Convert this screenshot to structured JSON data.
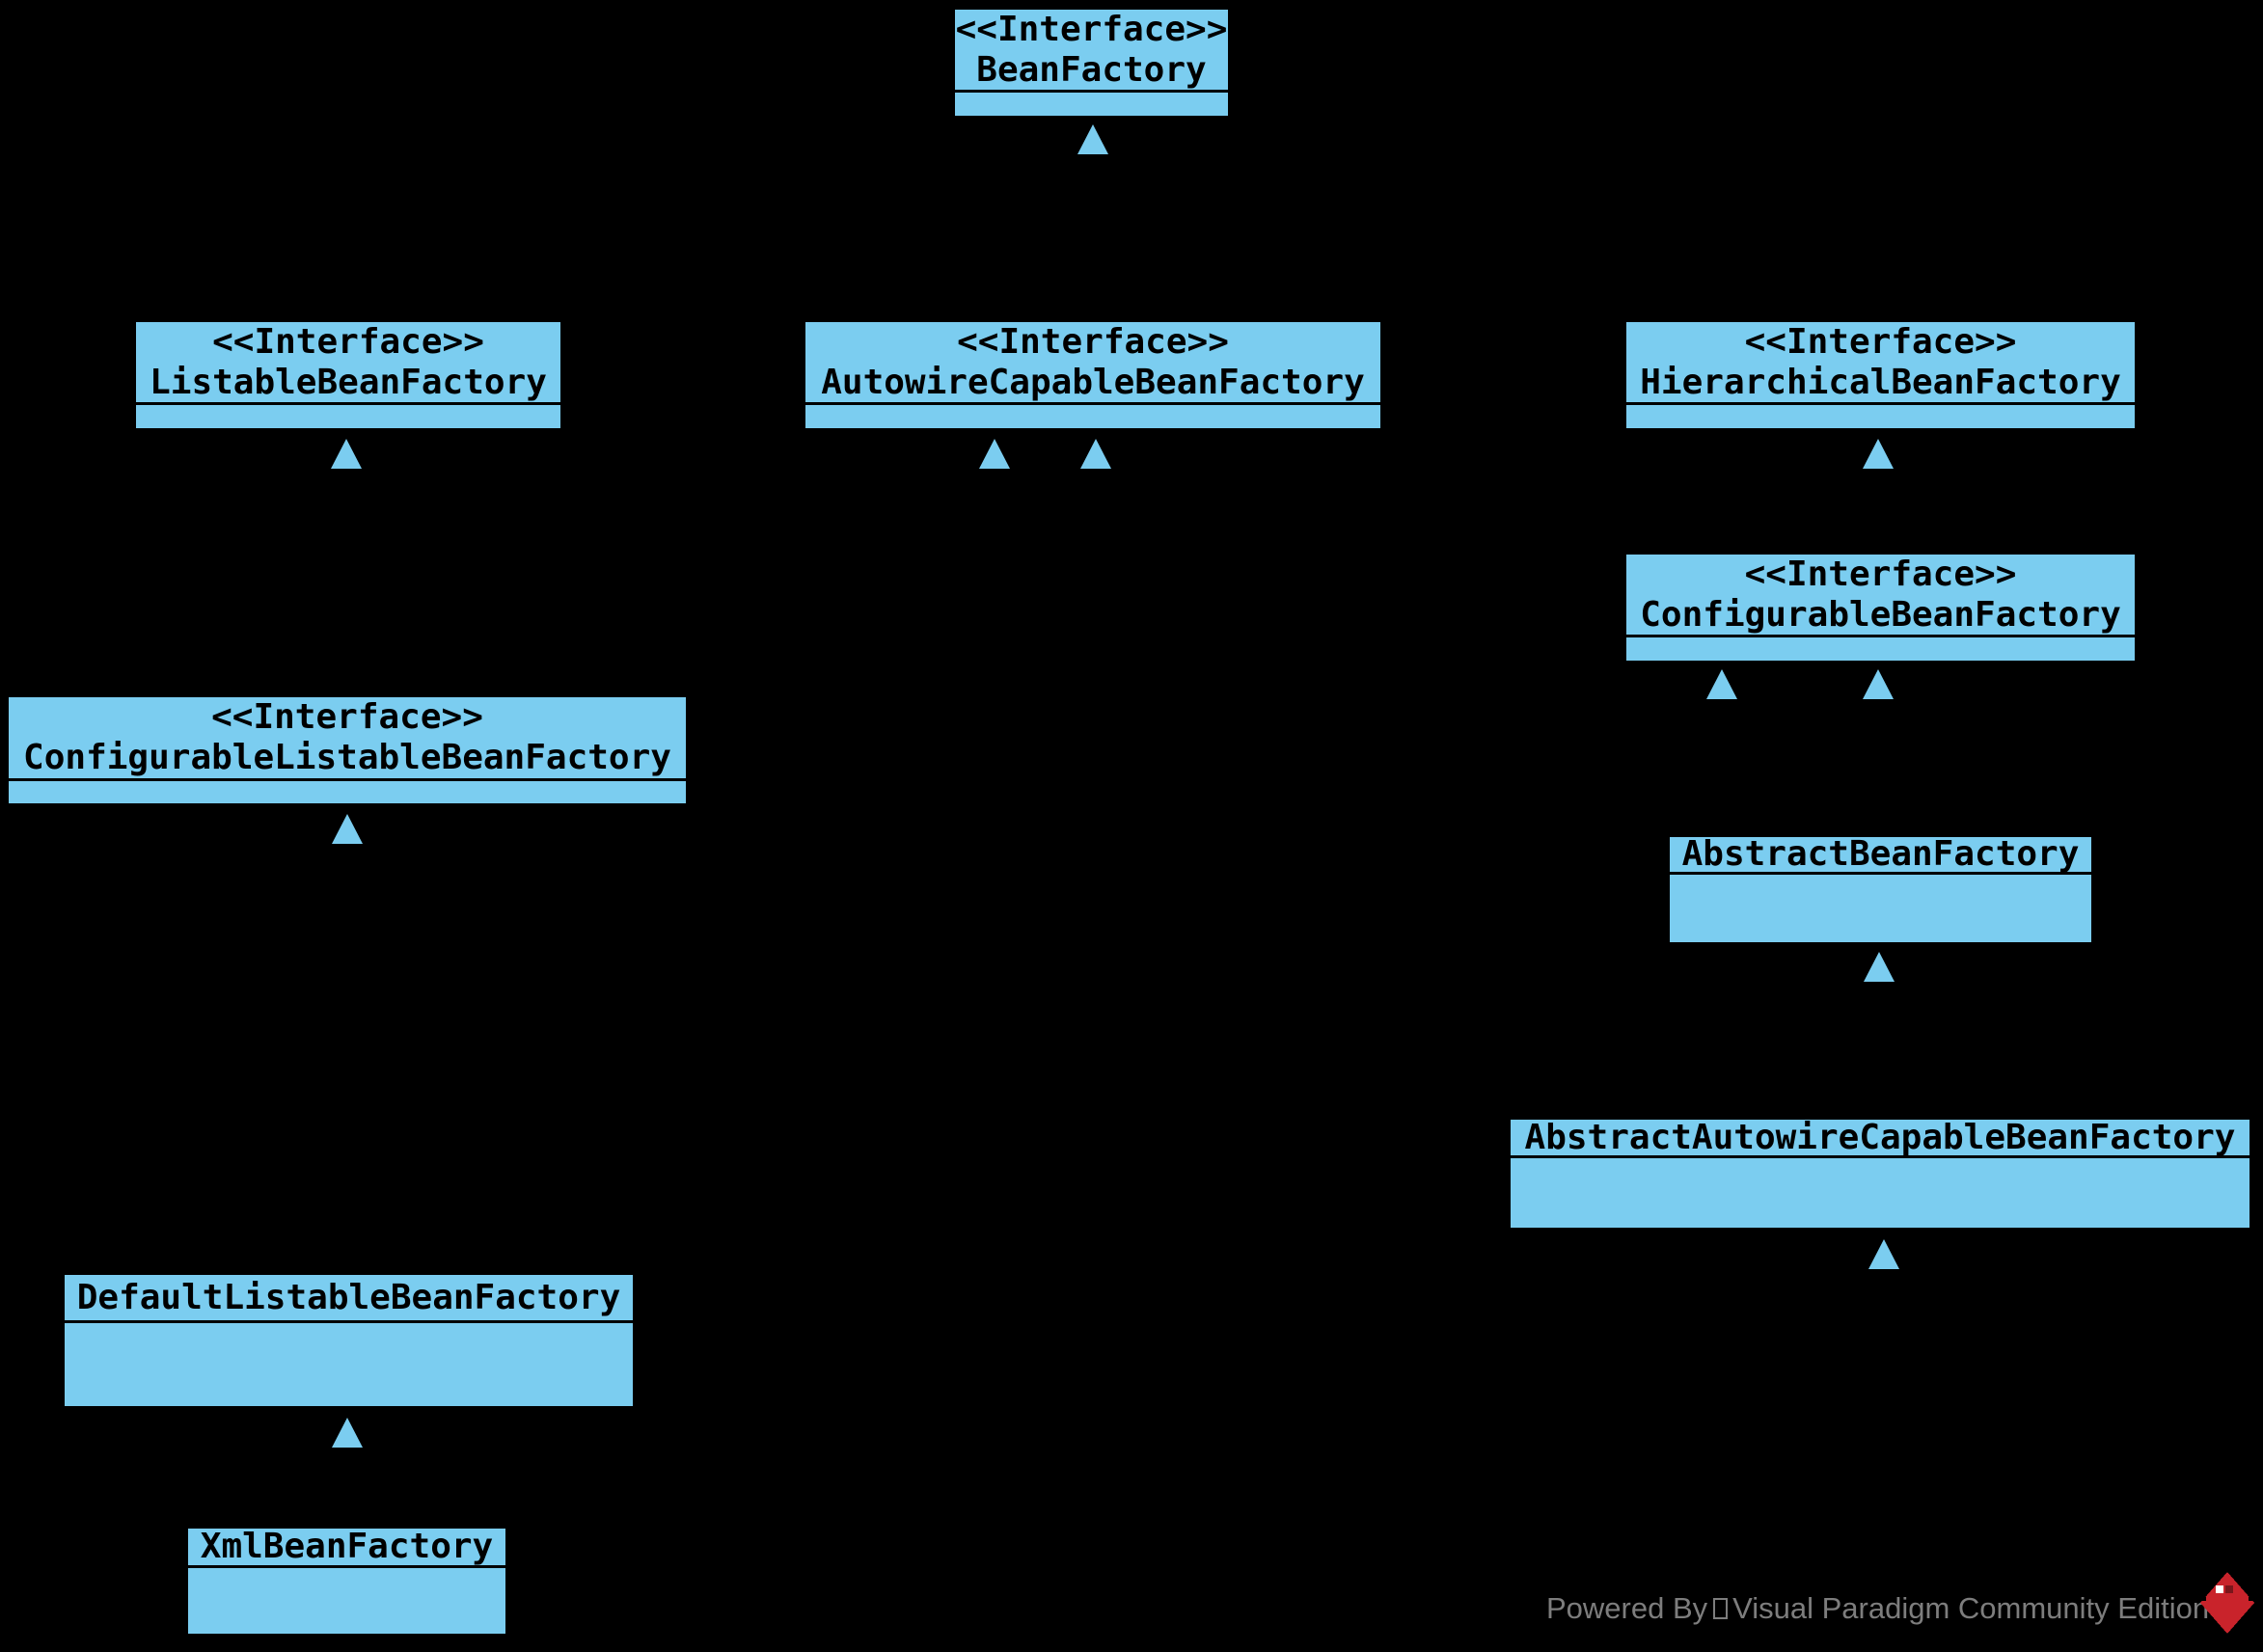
{
  "diagram_type": "uml-class-diagram",
  "colors": {
    "background": "#000000",
    "node_fill": "#7bcdf0",
    "node_border": "#000000",
    "node_text": "#000000",
    "footer_text": "#7d7d7d",
    "logo_red": "#c9232b",
    "logo_red_dark": "#7a161b"
  },
  "nodes": [
    {
      "id": "bean-factory",
      "kind": "interface",
      "stereotype": "<<Interface>>",
      "name": "BeanFactory"
    },
    {
      "id": "listable-bean-factory",
      "kind": "interface",
      "stereotype": "<<Interface>>",
      "name": "ListableBeanFactory"
    },
    {
      "id": "autowire-capable-bean-factory",
      "kind": "interface",
      "stereotype": "<<Interface>>",
      "name": "AutowireCapableBeanFactory"
    },
    {
      "id": "hierarchical-bean-factory",
      "kind": "interface",
      "stereotype": "<<Interface>>",
      "name": "HierarchicalBeanFactory"
    },
    {
      "id": "configurable-bean-factory",
      "kind": "interface",
      "stereotype": "<<Interface>>",
      "name": "ConfigurableBeanFactory"
    },
    {
      "id": "configurable-listable-bean-factory",
      "kind": "interface",
      "stereotype": "<<Interface>>",
      "name": "ConfigurableListableBeanFactory"
    },
    {
      "id": "abstract-bean-factory",
      "kind": "class",
      "name": "AbstractBeanFactory"
    },
    {
      "id": "abstract-autowire-capable-bean-factory",
      "kind": "class",
      "name": "AbstractAutowireCapableBeanFactory"
    },
    {
      "id": "default-listable-bean-factory",
      "kind": "class",
      "name": "DefaultListableBeanFactory"
    },
    {
      "id": "xml-bean-factory",
      "kind": "class",
      "name": "XmlBeanFactory"
    }
  ],
  "arrowheads": [
    {
      "points_to": "BeanFactory",
      "count": 1
    },
    {
      "points_to": "ListableBeanFactory",
      "count": 1
    },
    {
      "points_to": "AutowireCapableBeanFactory",
      "count": 2
    },
    {
      "points_to": "HierarchicalBeanFactory",
      "count": 1
    },
    {
      "points_to": "ConfigurableBeanFactory",
      "count": 2
    },
    {
      "points_to": "ConfigurableListableBeanFactory",
      "count": 1
    },
    {
      "points_to": "AbstractBeanFactory",
      "count": 1
    },
    {
      "points_to": "AbstractAutowireCapableBeanFactory",
      "count": 1
    },
    {
      "points_to": "DefaultListableBeanFactory",
      "count": 1
    }
  ],
  "relationships": [
    {
      "type": "generalization",
      "from": "ListableBeanFactory",
      "to": "BeanFactory"
    },
    {
      "type": "generalization",
      "from": "AutowireCapableBeanFactory",
      "to": "BeanFactory"
    },
    {
      "type": "generalization",
      "from": "HierarchicalBeanFactory",
      "to": "BeanFactory"
    },
    {
      "type": "generalization",
      "from": "ConfigurableBeanFactory",
      "to": "HierarchicalBeanFactory"
    },
    {
      "type": "generalization",
      "from": "ConfigurableListableBeanFactory",
      "to": "ListableBeanFactory"
    },
    {
      "type": "generalization",
      "from": "ConfigurableListableBeanFactory",
      "to": "AutowireCapableBeanFactory"
    },
    {
      "type": "generalization",
      "from": "ConfigurableListableBeanFactory",
      "to": "ConfigurableBeanFactory"
    },
    {
      "type": "generalization",
      "from": "AbstractBeanFactory",
      "to": "ConfigurableBeanFactory"
    },
    {
      "type": "generalization",
      "from": "AbstractAutowireCapableBeanFactory",
      "to": "AbstractBeanFactory"
    },
    {
      "type": "generalization",
      "from": "AbstractAutowireCapableBeanFactory",
      "to": "AutowireCapableBeanFactory"
    },
    {
      "type": "generalization",
      "from": "DefaultListableBeanFactory",
      "to": "ConfigurableListableBeanFactory"
    },
    {
      "type": "generalization",
      "from": "DefaultListableBeanFactory",
      "to": "AbstractAutowireCapableBeanFactory"
    },
    {
      "type": "generalization",
      "from": "XmlBeanFactory",
      "to": "DefaultListableBeanFactory"
    }
  ],
  "footer": {
    "powered_by": "Powered By",
    "product": "Visual Paradigm Community Edition"
  }
}
